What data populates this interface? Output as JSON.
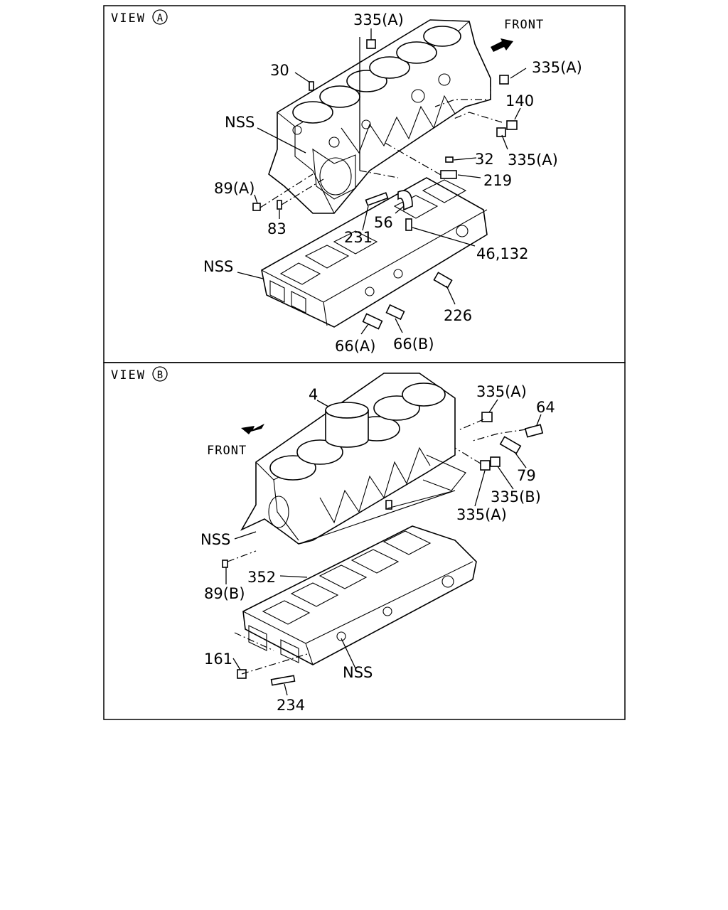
{
  "panels": [
    {
      "id": "a",
      "view_label": "VIEW",
      "view_letter": "A",
      "front_label": "FRONT",
      "callouts": [
        "335(A)",
        "30",
        "NSS",
        "335(A)",
        "140",
        "335(A)",
        "32",
        "219",
        "89(A)",
        "83",
        "231",
        "56",
        "46,132",
        "NSS",
        "226",
        "66(A)",
        "66(B)"
      ]
    },
    {
      "id": "b",
      "view_label": "VIEW",
      "view_letter": "B",
      "front_label": "FRONT",
      "callouts": [
        "4",
        "335(A)",
        "64",
        "79",
        "335(B)",
        "335(A)",
        "NSS",
        "352",
        "89(B)",
        "161",
        "NSS",
        "234"
      ]
    }
  ]
}
